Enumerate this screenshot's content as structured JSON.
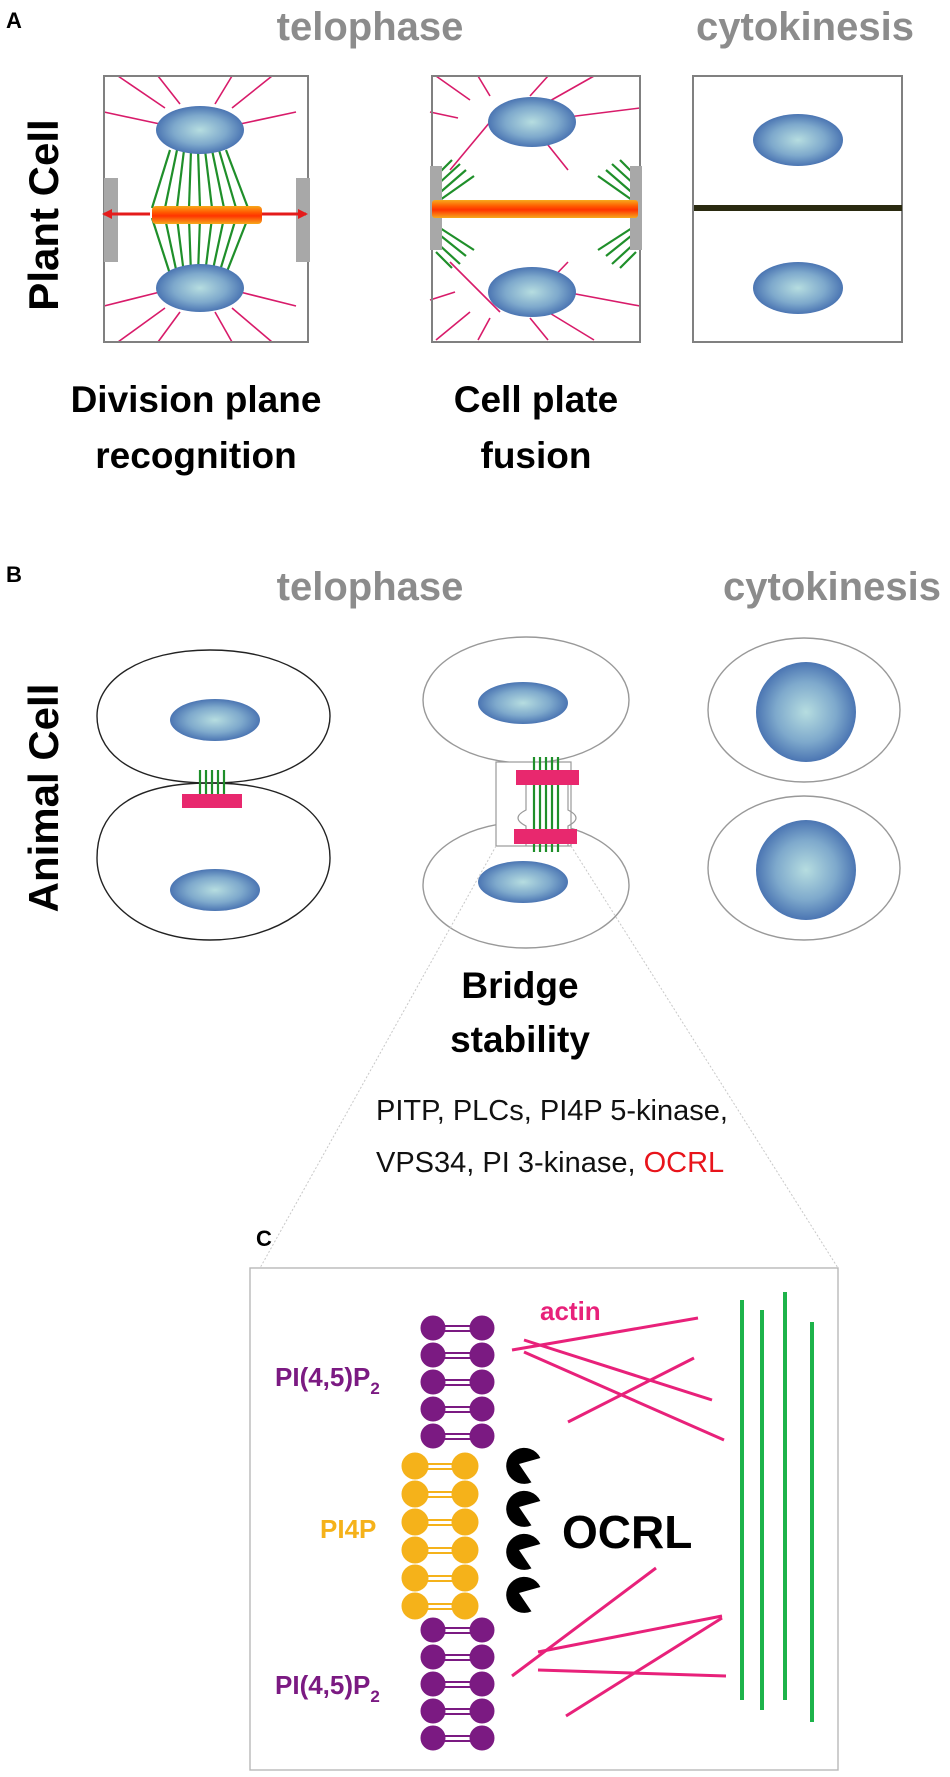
{
  "panel_a": {
    "letter": "A",
    "row_label": "Plant Cell",
    "stage_telophase": "telophase",
    "stage_cytokinesis": "cytokinesis",
    "caption_1_line1": "Division plane",
    "caption_1_line2": "recognition",
    "caption_2_line1": "Cell plate",
    "caption_2_line2": "fusion"
  },
  "panel_b": {
    "letter": "B",
    "row_label": "Animal Cell",
    "stage_telophase": "telophase",
    "stage_cytokinesis": "cytokinesis",
    "caption_line1": "Bridge",
    "caption_line2": "stability",
    "enzymes_line1": "PITP, PLCs, PI4P 5-kinase,",
    "enzymes_line2_prefix": "VPS34, PI 3-kinase, ",
    "enzymes_line2_highlight": "OCRL"
  },
  "panel_c": {
    "letter": "C",
    "actin_label": "actin",
    "pip2_label_top": "PI(4,5)P",
    "pip2_label_bottom": "PI(4,5)P",
    "pip2_subscript": "2",
    "pi4p_label": "PI4P",
    "ocrl_label": "OCRL"
  },
  "colors": {
    "actin": "#e8217a",
    "microtubule": "#1f8f2a",
    "pip2": "#7b1a82",
    "pi4p": "#f5b21a",
    "ocrl_highlight": "#e8141b",
    "stage_text": "#8c8c8c",
    "midbody": "#e8286e",
    "cell_plate": "#ff6a00",
    "nucleus": "#4a77b4",
    "green_microtubules_c": "#1db34a"
  },
  "icons": [
    "nucleus-ellipse",
    "pacman-ocrl-icon",
    "lipid-headgroup-icon",
    "red-arrow-icon"
  ]
}
